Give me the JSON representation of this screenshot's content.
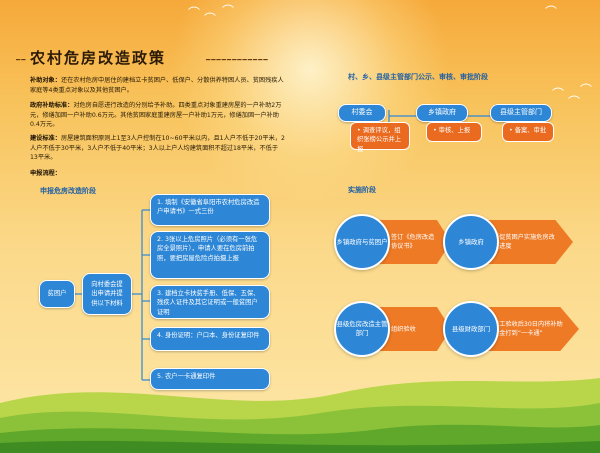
{
  "title": "农村危房改造政策",
  "paragraphs": [
    {
      "head": "补助对象：",
      "text": "还在农村危房中居住的建档立卡贫困户、低保户、分散供养特困人员、贫困残疾人家庭等4类重点对象以及其他贫困户。"
    },
    {
      "head": "政府补助标准：",
      "text": "对危房自愿进行改造的分别给予补助。四类重点对象重建房屋的一户补助2万元，修缮加固一户补助0.6万元。其他贫困家庭重建房屋一户补助1万元，修缮加固一户补助0.4万元。"
    },
    {
      "head": "建设标准：",
      "text": "房屋建筑面积原则上1至3人户控制在10~60平米以内，且1人户不低于20平米，2人户不低于30平米，3人户不低于40平米；3人以上户人均建筑面积不超过18平米，不低于13平米。"
    },
    {
      "head": "申报流程：",
      "text": ""
    }
  ],
  "left_flow": {
    "heading": "申报危房改造阶段",
    "start": "贫困户",
    "apply": "向村委会提出申请并提供以下材料",
    "items": [
      "1. 填制《安徽省阜阳市农村危房改造户申请书》一式三份",
      "2. 3张以上危房照片（必须有一张危房全景照片），申请人要在危房前拍照，要把房屋危险点拍摄上报",
      "3. 建档立卡扶贫手册、低保、五保、残疾人证件及其它证明或一般贫困户证明",
      "4. 身份证明：户口本、身份证复印件",
      "5. 农户一卡通复印件"
    ]
  },
  "right_top": {
    "heading": "村、乡、县级主管部门公示、审核、审批阶段",
    "cols": [
      {
        "title": "村委会",
        "body": "• 调查评议，组织张榜公示并上报"
      },
      {
        "title": "乡镇政府",
        "body": "• 审核、上报"
      },
      {
        "title": "县级主管部门",
        "body": "• 备案、审批"
      }
    ]
  },
  "right_bottom": {
    "heading": "实施阶段",
    "rows": [
      {
        "circle1": "乡镇政府与贫困户",
        "arrow1": "签订《危房改造协议书》",
        "circle2": "乡镇政府",
        "arrow2": "督促贫困户实施危房改造进度"
      },
      {
        "circle1": "县级危房改造主管部门",
        "arrow1": "组织验收",
        "circle2": "县级财政部门",
        "arrow2": "竣工验收后30日内将补助资金打到“一卡通”"
      }
    ]
  },
  "colors": {
    "blue": "#2e87d6",
    "orange": "#ea6a1f",
    "heading_blue": "#1e5fa6"
  }
}
